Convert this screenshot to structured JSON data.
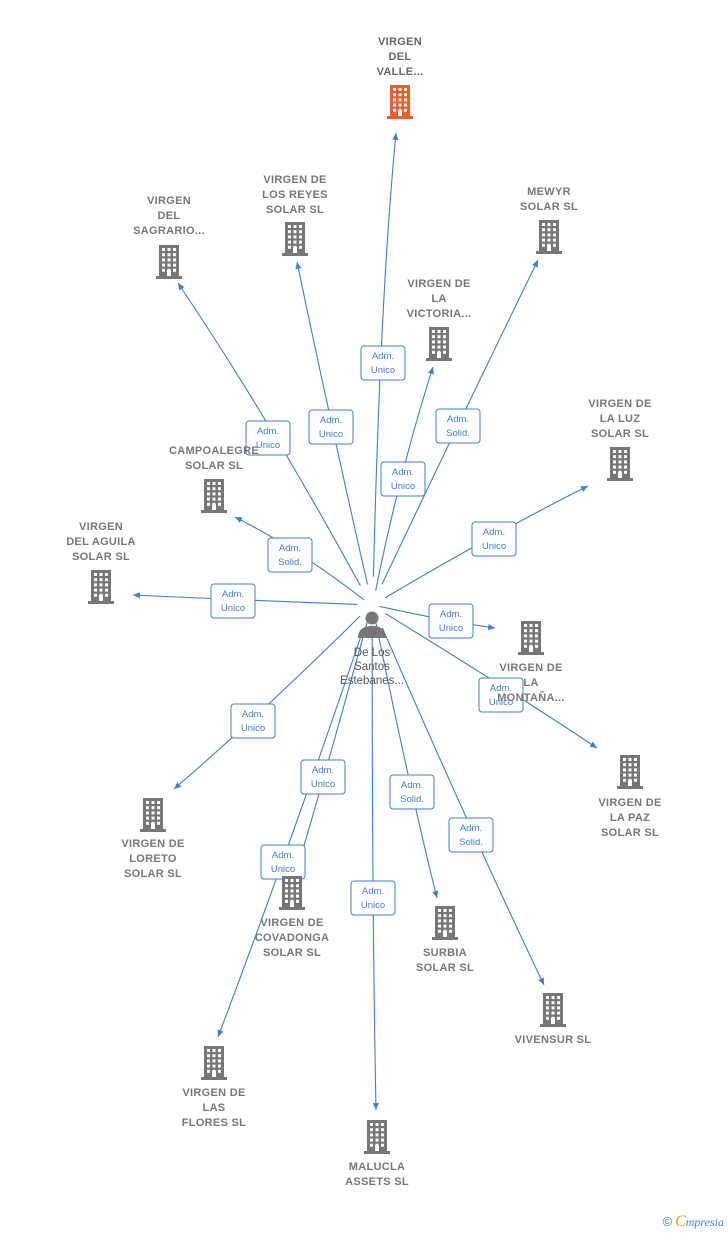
{
  "center": {
    "name_lines": [
      "De Los",
      "Santos",
      "Estebanes..."
    ],
    "icon": "person-icon"
  },
  "colors": {
    "edge": "#3b7fd4",
    "node": "#777777",
    "highlight": "#ef5b2b"
  },
  "nodes": [
    {
      "id": "virgen-del-valle",
      "lines": [
        "VIRGEN",
        "DEL",
        "VALLE..."
      ],
      "highlight": true
    },
    {
      "id": "virgen-de-los-reyes",
      "lines": [
        "VIRGEN DE",
        "LOS REYES",
        "SOLAR SL"
      ]
    },
    {
      "id": "virgen-del-sagrario",
      "lines": [
        "VIRGEN",
        "DEL",
        "SAGRARIO..."
      ]
    },
    {
      "id": "mewyr",
      "lines": [
        "MEWYR",
        "SOLAR SL"
      ]
    },
    {
      "id": "virgen-de-la-victoria",
      "lines": [
        "VIRGEN DE",
        "LA",
        "VICTORIA..."
      ]
    },
    {
      "id": "virgen-de-la-luz",
      "lines": [
        "VIRGEN DE",
        "LA LUZ",
        "SOLAR SL"
      ]
    },
    {
      "id": "campoalegre",
      "lines": [
        "CAMPOALEGRE",
        "SOLAR SL"
      ]
    },
    {
      "id": "virgen-del-aguila",
      "lines": [
        "VIRGEN",
        "DEL AGUILA",
        "SOLAR SL"
      ]
    },
    {
      "id": "virgen-de-la-montana",
      "lines": [
        "VIRGEN DE",
        "LA",
        "MONTAÑA..."
      ]
    },
    {
      "id": "virgen-de-la-paz",
      "lines": [
        "VIRGEN DE",
        "LA PAZ",
        "SOLAR SL"
      ]
    },
    {
      "id": "virgen-de-loreto",
      "lines": [
        "VIRGEN DE",
        "LORETO",
        "SOLAR SL"
      ]
    },
    {
      "id": "virgen-de-covadonga",
      "lines": [
        "VIRGEN DE",
        "COVADONGA",
        "SOLAR SL"
      ]
    },
    {
      "id": "surbia",
      "lines": [
        "SURBIA",
        "SOLAR SL"
      ]
    },
    {
      "id": "vivensur",
      "lines": [
        "VIVENSUR SL"
      ]
    },
    {
      "id": "virgen-de-las-flores",
      "lines": [
        "VIRGEN DE",
        "LAS",
        "FLORES SL"
      ]
    },
    {
      "id": "malucla",
      "lines": [
        "MALUCLA",
        "ASSETS SL"
      ]
    }
  ],
  "edges": [
    {
      "to": "virgen-del-valle",
      "label": [
        "Adm.",
        "Unico"
      ]
    },
    {
      "to": "virgen-de-los-reyes",
      "label": [
        "Adm.",
        "Unico"
      ]
    },
    {
      "to": "virgen-del-sagrario",
      "label": [
        "Adm.",
        "Unico"
      ]
    },
    {
      "to": "mewyr",
      "label": [
        "Adm.",
        "Solid."
      ]
    },
    {
      "to": "virgen-de-la-victoria",
      "label": [
        "Adm.",
        "Unico"
      ]
    },
    {
      "to": "virgen-de-la-luz",
      "label": [
        "Adm.",
        "Unico"
      ]
    },
    {
      "to": "campoalegre",
      "label": [
        "Adm.",
        "Solid."
      ]
    },
    {
      "to": "virgen-del-aguila",
      "label": [
        "Adm.",
        "Unico"
      ]
    },
    {
      "to": "virgen-de-la-montana",
      "label": [
        "Adm.",
        "Unico"
      ]
    },
    {
      "to": "virgen-de-la-paz",
      "label": [
        "Adm.",
        "Unico"
      ]
    },
    {
      "to": "virgen-de-loreto",
      "label": [
        "Adm.",
        "Unico"
      ]
    },
    {
      "to": "virgen-de-covadonga",
      "label": [
        "Adm.",
        "Unico"
      ]
    },
    {
      "to": "surbia",
      "label": [
        "Adm.",
        "Solid."
      ]
    },
    {
      "to": "vivensur",
      "label": [
        "Adm.",
        "Solid."
      ]
    },
    {
      "to": "virgen-de-las-flores",
      "label": [
        "Adm.",
        "Unico"
      ]
    },
    {
      "to": "malucla",
      "label": [
        "Adm.",
        "Unico"
      ]
    }
  ],
  "footer": {
    "copyright": "©",
    "brand_first": "C",
    "brand_rest": "mpresia"
  }
}
